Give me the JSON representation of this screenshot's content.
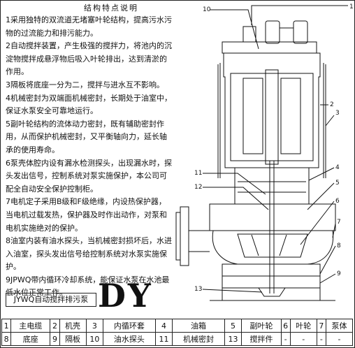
{
  "title": "结构特点说明",
  "notes": [
    "1采用独特的双流道无堵塞叶轮结构，提高污水污物的过流能力和排污能力。",
    "2自动搅拌装置，产生极强的搅拌力，将池内的沉淀物搅拌成悬浮物后吸入叶轮排出，达到清淤的作用。",
    "3隔板将底座一分为二，搅拌与进水互不影响。",
    "4机械密封为双端面机械密封，长期处于油室中，保证水泵安全可靠地运行。",
    "5副叶轮结构的流体动力密封，既有辅助密封作用，从而保护机械密封，又平衡轴向力，延长轴承的使用寿命。",
    "6泵壳体腔内设有漏水检测探头，出现漏水时，探头发出信号，控制系统对泵实施保护，本公司可配全自动安全保护控制柜。",
    "7电机定子采用B级和F级绝缘，内设热保护器，当电机过载发热，保护器及时作出动作，对泵和电机实施绝对的保护。",
    "8油室内装有油水探头，当机械密封损坏后，水进入油室，探头发出信号给控制系统对水泵实施保护。",
    "9JPWQ带内循环冷却系统，能保证水泵在水池最低水位正常工作。"
  ],
  "product_label": "JYWQ自动搅拌排污泵",
  "brand": "DY",
  "callouts": [
    "1",
    "2",
    "3",
    "4",
    "5",
    "6",
    "7",
    "8",
    "9",
    "10",
    "11",
    "12",
    "13"
  ],
  "parts_table": {
    "row1": [
      "1",
      "主电缆",
      "2",
      "机壳",
      "3",
      "内循环套",
      "4",
      "油箱",
      "5",
      "副叶轮",
      "6",
      "叶轮",
      "7",
      "泵体"
    ],
    "row2": [
      "8",
      "底座",
      "9",
      "隔板",
      "10",
      "油水探头",
      "11",
      "机械密封",
      "13",
      "搅拌件",
      "-",
      "-",
      "-",
      "-"
    ]
  }
}
